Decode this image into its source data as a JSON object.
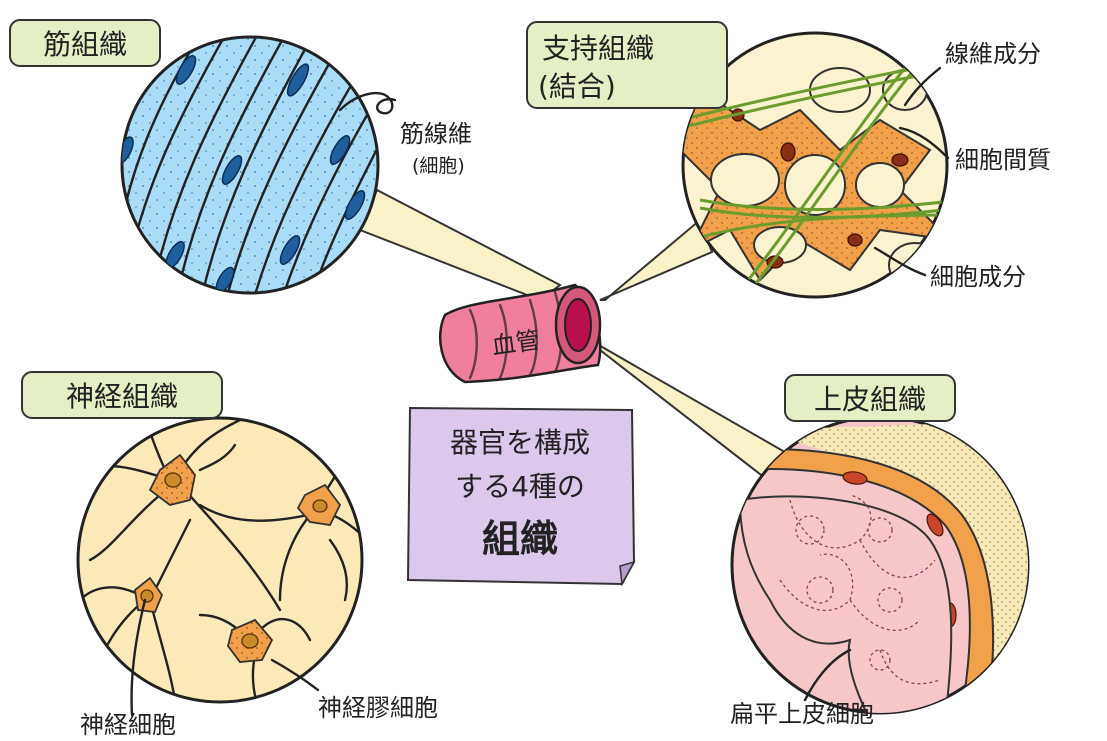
{
  "muscle": {
    "title": "筋組織",
    "fiber_label": "筋線維",
    "fiber_sublabel": "(細胞)",
    "color": "#a9dcf7"
  },
  "support": {
    "title_line1": "支持組織",
    "title_line2": "(結合)",
    "fiber_label": "線維成分",
    "matrix_label": "細胞間質",
    "cell_label": "細胞成分",
    "color": "#fbf3cf",
    "fiber_color": "#6c9b2e",
    "cell_color": "#f0a14a"
  },
  "nerve": {
    "title": "神経組織",
    "neuron_label": "神経細胞",
    "glia_label": "神経膠細胞",
    "color": "#fbeab8"
  },
  "epithelial": {
    "title": "上皮組織",
    "squamous_label": "扁平上皮細胞",
    "color": "#f7c6c8"
  },
  "vessel": {
    "label": "血管",
    "color": "#ef7f9c"
  },
  "center": {
    "line1": "器官を構成",
    "line2": "する4種の",
    "line3": "組織",
    "color": "#dcc8ea"
  },
  "colors": {
    "tag_bg": "#e4efc5",
    "tag_border": "#333333",
    "beam": "#f9f1c7"
  }
}
